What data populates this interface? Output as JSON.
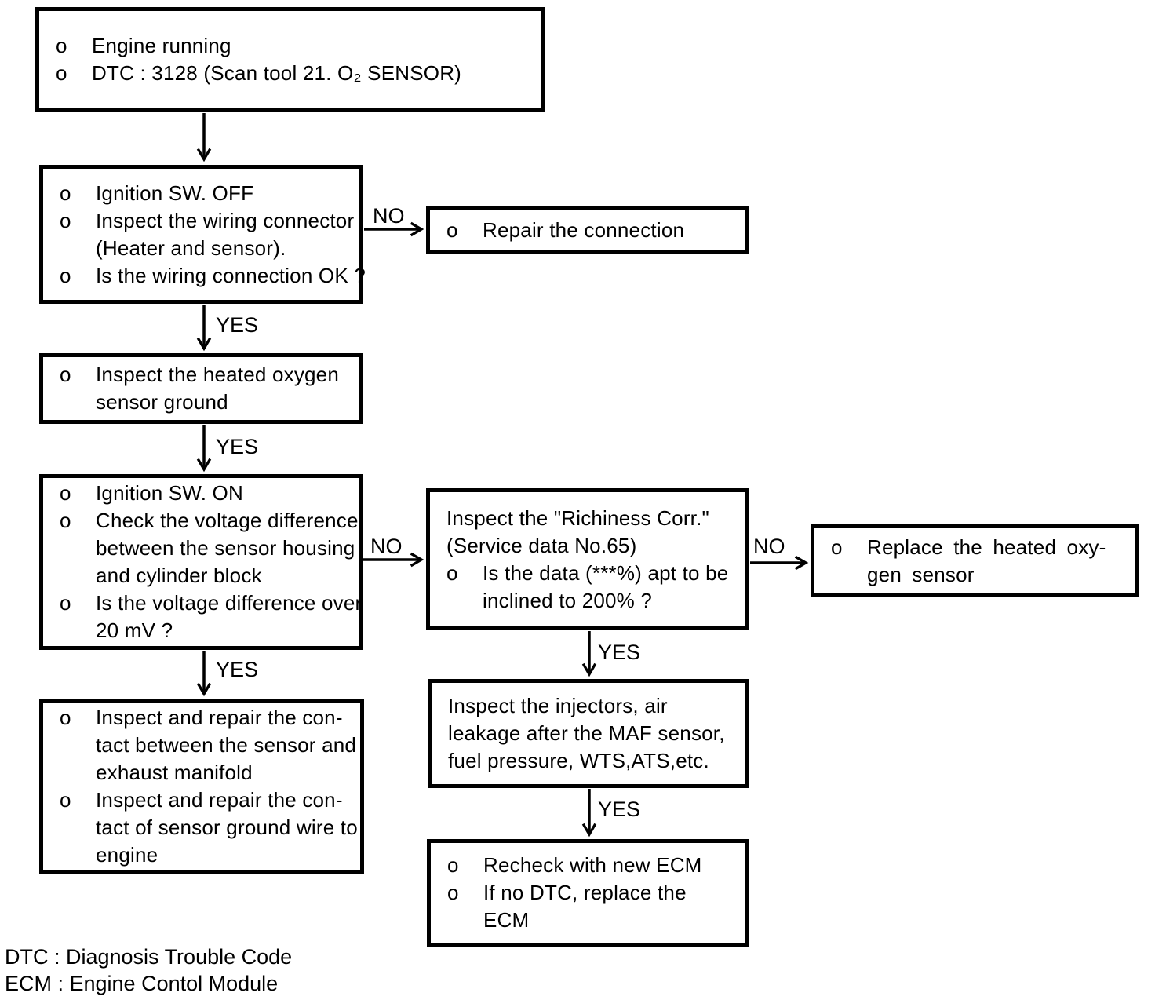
{
  "flowchart": {
    "nodes": {
      "start": {
        "items": [
          {
            "bullet": "o",
            "lines": [
              "Engine running"
            ]
          },
          {
            "bullet": "o",
            "lines": [
              "DTC : 3128 (Scan tool 21. O₂ SENSOR)"
            ]
          }
        ]
      },
      "check_wiring": {
        "items": [
          {
            "bullet": "o",
            "lines": [
              "Ignition SW. OFF"
            ]
          },
          {
            "bullet": "o",
            "lines": [
              "Inspect the wiring connector",
              "(Heater and sensor)."
            ]
          },
          {
            "bullet": "o",
            "lines": [
              "Is the wiring connection OK ?"
            ]
          }
        ]
      },
      "repair_connection": {
        "items": [
          {
            "bullet": "o",
            "lines": [
              "Repair the connection"
            ]
          }
        ]
      },
      "inspect_ground": {
        "items": [
          {
            "bullet": "o",
            "lines": [
              "Inspect the heated oxygen",
              "sensor ground"
            ]
          }
        ]
      },
      "check_voltage": {
        "items": [
          {
            "bullet": "o",
            "lines": [
              "Ignition SW. ON"
            ]
          },
          {
            "bullet": "o",
            "lines": [
              "Check the voltage difference",
              "between the sensor housing",
              "and cylinder block"
            ]
          },
          {
            "bullet": "o",
            "lines": [
              "Is the voltage difference over",
              "20 mV ?"
            ]
          }
        ]
      },
      "inspect_richiness": {
        "items": [
          {
            "bullet": "",
            "lines": [
              "Inspect the \"Richiness Corr.\"",
              "(Service data No.65)"
            ]
          },
          {
            "bullet": "o",
            "lines": [
              "Is the data (***%) apt to be",
              "inclined to 200% ?"
            ]
          }
        ]
      },
      "replace_sensor": {
        "items": [
          {
            "bullet": "o",
            "lines": [
              "Replace the heated oxy-",
              "gen sensor"
            ]
          }
        ]
      },
      "repair_contact": {
        "items": [
          {
            "bullet": "o",
            "lines": [
              "Inspect and repair the con-",
              "tact between the sensor and",
              "exhaust manifold"
            ]
          },
          {
            "bullet": "o",
            "lines": [
              "Inspect and repair the con-",
              "tact of sensor ground wire to",
              "engine"
            ]
          }
        ]
      },
      "inspect_injectors": {
        "items": [
          {
            "bullet": "",
            "lines": [
              "Inspect the injectors, air",
              "leakage after the MAF sensor,",
              "fuel pressure, WTS,ATS,etc."
            ]
          }
        ]
      },
      "recheck_ecm": {
        "items": [
          {
            "bullet": "o",
            "lines": [
              "Recheck with new ECM"
            ]
          },
          {
            "bullet": "o",
            "lines": [
              "If no DTC, replace the",
              "ECM"
            ]
          }
        ]
      }
    },
    "edges": {
      "wiring_no": {
        "label": "NO"
      },
      "wiring_yes": {
        "label": "YES"
      },
      "ground_yes": {
        "label": "YES"
      },
      "voltage_no": {
        "label": "NO"
      },
      "voltage_yes": {
        "label": "YES"
      },
      "richiness_no": {
        "label": "NO"
      },
      "richiness_yes": {
        "label": "YES"
      },
      "injectors_yes": {
        "label": "YES"
      }
    },
    "legend": {
      "line1": "DTC : Diagnosis Trouble Code",
      "line2": "ECM : Engine Contol Module"
    },
    "colors": {
      "line": "#000000",
      "background": "#ffffff"
    }
  }
}
